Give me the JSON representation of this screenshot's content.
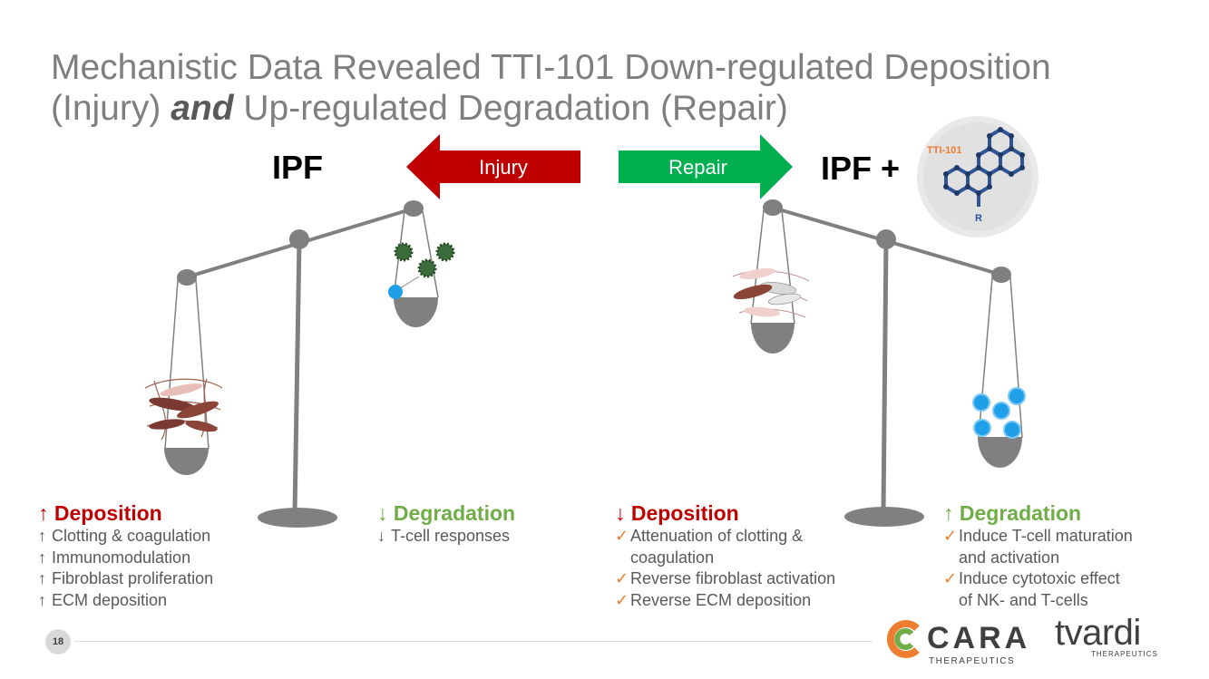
{
  "title": {
    "line1": "Mechanistic Data Revealed TTI-101 Down-regulated Deposition",
    "line2_pre": "(Injury) ",
    "line2_em": "and",
    "line2_post": " Up-regulated Degradation (Repair)"
  },
  "left_label": "IPF",
  "right_label": "IPF +",
  "injury_arrow": {
    "label": "Injury",
    "color": "#c00000"
  },
  "repair_arrow": {
    "label": "Repair",
    "color": "#00b050"
  },
  "molecule": {
    "label": "TTI-101",
    "substituent": "R",
    "color": "#2f5597"
  },
  "colors": {
    "red": "#c00000",
    "green": "#70ad47",
    "gray": "#7f7f7f",
    "check": "#ed7d31",
    "tcell": "#1f9fe8"
  },
  "columns": [
    {
      "arrow": "↑",
      "heading": "Deposition",
      "items": [
        {
          "mark": "↑",
          "text": "Clotting & coagulation"
        },
        {
          "mark": "↑",
          "text": "Immunomodulation"
        },
        {
          "mark": "↑",
          "text": "Fibroblast proliferation"
        },
        {
          "mark": "↑",
          "text": "ECM deposition"
        }
      ]
    },
    {
      "arrow": "↓",
      "heading": "Degradation",
      "items": [
        {
          "mark": "↓",
          "text": "T-cell responses"
        }
      ]
    },
    {
      "arrow": "↓",
      "heading": "Deposition",
      "items": [
        {
          "mark": "✓",
          "text": "Attenuation of clotting &",
          "cont": "coagulation"
        },
        {
          "mark": "✓",
          "text": "Reverse fibroblast activation"
        },
        {
          "mark": "✓",
          "text": "Reverse ECM deposition"
        }
      ]
    },
    {
      "arrow": "↑",
      "heading": "Degradation",
      "items": [
        {
          "mark": "✓",
          "text": "Induce T-cell maturation",
          "cont": "and activation"
        },
        {
          "mark": "✓",
          "text": "Induce cytotoxic effect",
          "cont": "of NK- and T-cells"
        }
      ]
    }
  ],
  "page_number": "18",
  "logos": {
    "cara": "CARA",
    "cara_sub": "THERAPEUTICS",
    "tvardi": "tvardi",
    "tvardi_sub": "THERAPEUTICS"
  }
}
